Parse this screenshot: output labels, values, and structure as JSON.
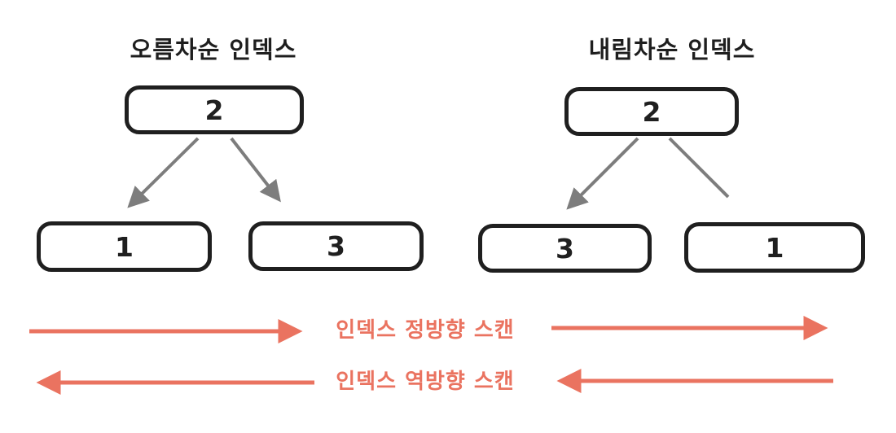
{
  "diagram": {
    "trees": [
      {
        "title": "오름차순 인덱스",
        "root": "2",
        "left_child": "1",
        "right_child": "3"
      },
      {
        "title": "내림차순 인덱스",
        "root": "2",
        "left_child": "3",
        "right_child": "1"
      }
    ],
    "scans": [
      {
        "label": "인덱스 정방향 스캔",
        "direction": "right"
      },
      {
        "label": "인덱스 역방향 스캔",
        "direction": "left"
      }
    ],
    "colors": {
      "accent": "#EA7360",
      "edge_gray": "#7D7D7D",
      "node_border": "#1F1F1F",
      "background": "#FFFFFF"
    }
  }
}
